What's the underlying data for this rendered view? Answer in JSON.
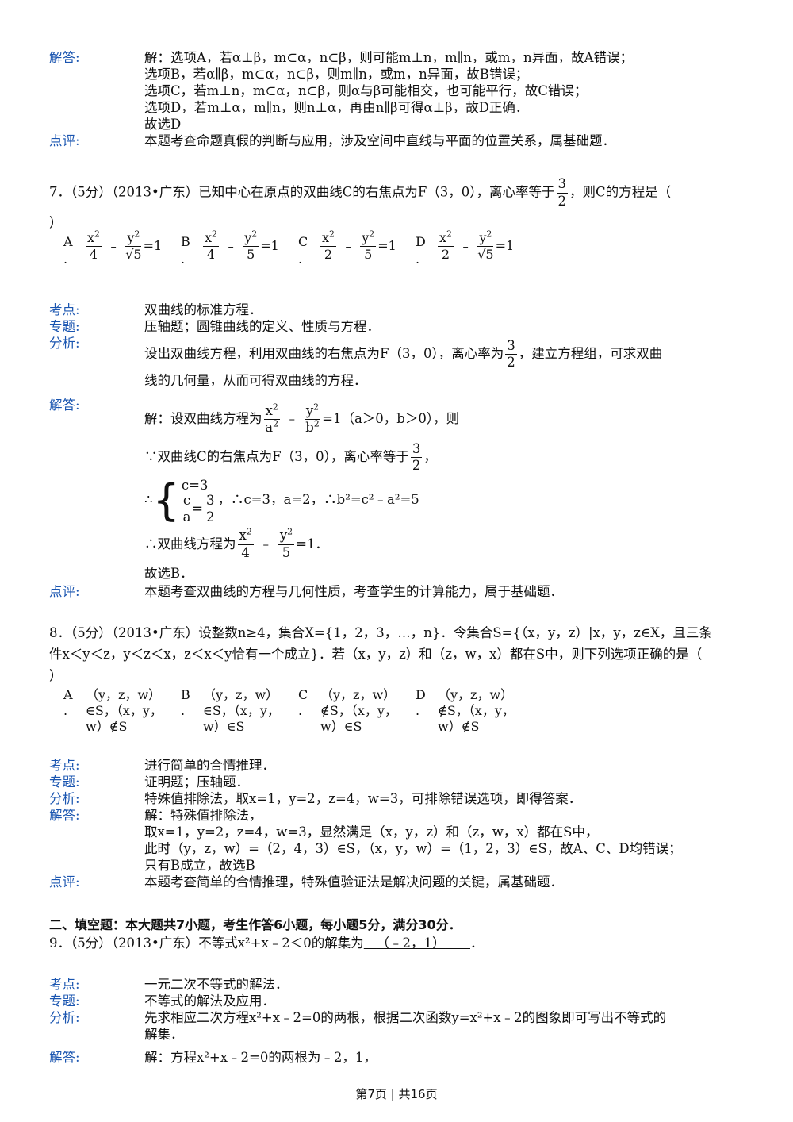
{
  "q6_tail": {
    "label_answer": "解答:",
    "answer_lines": [
      "解：选项A，若α⊥β，m⊂α，n⊂β，则可能m⊥n，m∥n，或m，n异面，故A错误；",
      "选项B，若α∥β，m⊂α，n⊂β，则m∥n，或m，n异面，故B错误；",
      "选项C，若m⊥n，m⊂α，n⊂β，则α与β可能相交，也可能平行，故C错误；",
      "选项D，若m⊥α，m∥n，则n⊥α，再由n∥β可得α⊥β，故D正确．",
      "故选D"
    ],
    "label_comment": "点评:",
    "comment": "本题考查命题真假的判断与应用，涉及空间中直线与平面的位置关系，属基础题．"
  },
  "q7": {
    "stem_a": "7．（5分）（2013•广东）已知中心在原点的双曲线C的右焦点为F（3，0），离心率等于",
    "stem_b": "，则C的方程是（",
    "stem_c": "）",
    "options": [
      {
        "letter": "A",
        "n1": "x",
        "d1": "4",
        "n2": "y",
        "d2": "√5",
        "eq": "=1"
      },
      {
        "letter": "B",
        "n1": "x",
        "d1": "4",
        "n2": "y",
        "d2": "5",
        "eq": "=1"
      },
      {
        "letter": "C",
        "n1": "x",
        "d1": "2",
        "n2": "y",
        "d2": "5",
        "eq": "=1"
      },
      {
        "letter": "D",
        "n1": "x",
        "d1": "2",
        "n2": "y",
        "d2": "√5",
        "eq": "=1"
      }
    ],
    "label_point": "考点:",
    "point": "双曲线的标准方程．",
    "label_topic": "专题:",
    "topic": "压轴题；圆锥曲线的定义、性质与方程．",
    "label_analysis": "分析:",
    "analysis_a": "设出双曲线方程，利用双曲线的右焦点为F（3，0），离心率为",
    "analysis_b": "，建立方程组，可求双曲",
    "analysis_c": "线的几何量，从而可得双曲线的方程．",
    "label_answer": "解答:",
    "ans1_a": "解：设双曲线方程为",
    "ans1_b": "（a＞0，b＞0），则",
    "ans2_a": "∵双曲线C的右焦点为F（3，0），离心率等于",
    "ans3_sys1": "c=3",
    "ans3_rest": "，∴c=3，a=2，∴b²=c²﹣a²=5",
    "ans4_a": "∴双曲线方程为",
    "ans5": "故选B．",
    "label_comment": "点评:",
    "comment": "本题考查双曲线的方程与几何性质，考查学生的计算能力，属于基础题．"
  },
  "q8": {
    "stem1": "8．（5分）（2013•广东）设整数n≥4，集合X={1，2，3，…，n}．令集合S={（x，y，z）|x，y，z∈X，且三条",
    "stem2": "件x＜y＜z，y＜z＜x，z＜x＜y恰有一个成立}．若（x，y，z）和（z，w，x）都在S中，则下列选项正确的是（",
    "stem3": "）",
    "options": [
      {
        "letter": "A",
        "l1": "（y，z，w）",
        "l2": "∈S，（x，y，",
        "l3": "w）∉S"
      },
      {
        "letter": "B",
        "l1": "（y，z，w）",
        "l2": "∈S，（x，y，",
        "l3": "w）∈S"
      },
      {
        "letter": "C",
        "l1": "（y，z，w）",
        "l2": "∉S，（x，y，",
        "l3": "w）∈S"
      },
      {
        "letter": "D",
        "l1": "（y，z，w）",
        "l2": "∉S，（x，y，",
        "l3": "w）∉S"
      }
    ],
    "label_point": "考点:",
    "point": "进行简单的合情推理．",
    "label_topic": "专题:",
    "topic": "证明题；压轴题．",
    "label_analysis": "分析:",
    "analysis": "特殊值排除法，取x=1，y=2，z=4，w=3，可排除错误选项，即得答案．",
    "label_answer": "解答:",
    "answer_lines": [
      "解：特殊值排除法，",
      "取x=1，y=2，z=4，w=3，显然满足（x，y，z）和（z，w，x）都在S中，",
      "此时（y，z，w）=（2，4，3）∈S，（x，y，w）=（1，2，3）∈S，故A、C、D均错误；",
      "只有B成立，故选B"
    ],
    "label_comment": "点评:",
    "comment": "本题考查简单的合情推理，特殊值验证法是解决问题的关键，属基础题．"
  },
  "section2": "二、填空题：本大题共7小题，考生作答6小题，每小题5分，满分30分．",
  "q9": {
    "stem_a": "9．（5分）（2013•广东）不等式x²+x﹣2＜0的解集为",
    "blank": "（﹣2，1）",
    "stem_b": "．",
    "label_point": "考点:",
    "point": "一元二次不等式的解法．",
    "label_topic": "专题:",
    "topic": "不等式的解法及应用．",
    "label_analysis": "分析:",
    "analysis1": "先求相应二次方程x²+x﹣2=0的两根，根据二次函数y=x²+x﹣2的图象即可写出不等式的",
    "analysis2": "解集．",
    "label_answer": "解答:",
    "answer": "解：方程x²+x﹣2=0的两根为﹣2，1，"
  },
  "footer": "第7页 | 共16页"
}
